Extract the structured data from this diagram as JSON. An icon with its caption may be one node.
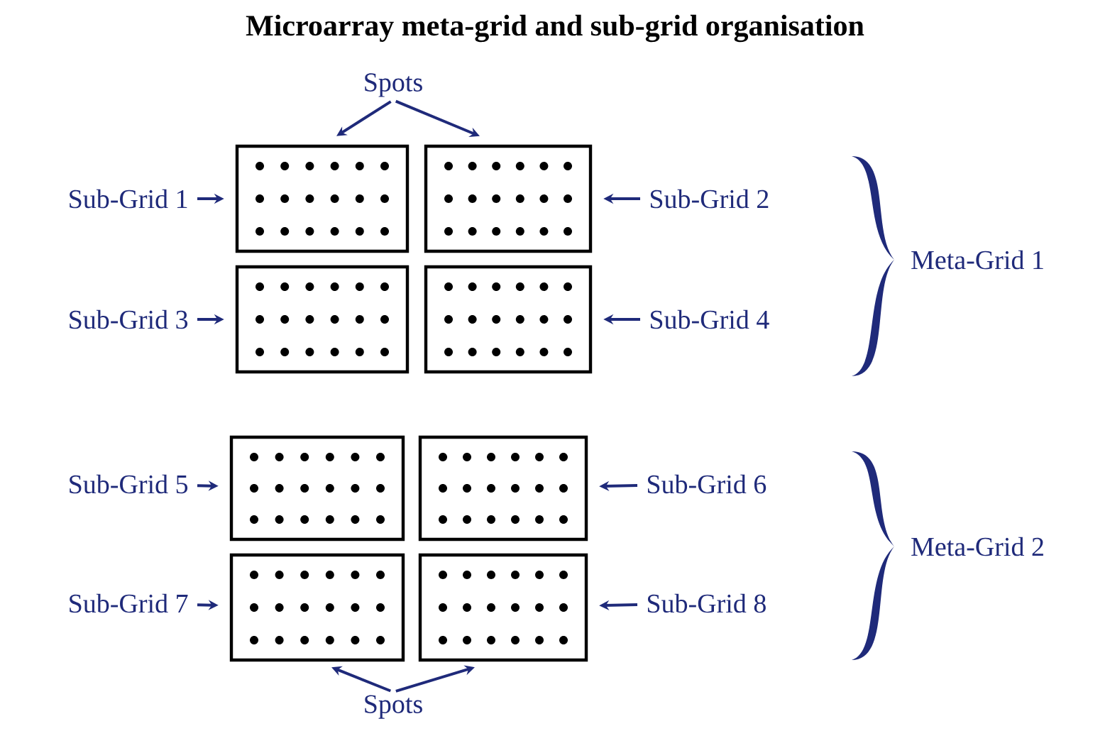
{
  "diagram": {
    "title": "Microarray meta-grid and sub-grid organisation",
    "nodes": [
      {
        "text": [
          "Spots"
        ]
      },
      {
        "text": [
          "Sub-Grid 1"
        ]
      },
      {
        "text": [],
        "shape": "box"
      },
      {
        "text": [],
        "shape": "box"
      },
      {
        "text": [
          "Sub-Grid 2"
        ]
      },
      {
        "text": [
          "Sub-Grid 3"
        ]
      },
      {
        "text": [],
        "shape": "box"
      },
      {
        "text": [],
        "shape": "box"
      },
      {
        "text": [
          "Sub-Grid 4"
        ]
      },
      {
        "text": [
          "Sub-Grid 5"
        ]
      },
      {
        "text": [],
        "shape": "box"
      },
      {
        "text": [],
        "shape": "box"
      },
      {
        "text": [
          "Sub-Grid 6"
        ]
      },
      {
        "text": [
          "Sub-Grid 7"
        ]
      },
      {
        "text": [],
        "shape": "box"
      },
      {
        "text": [],
        "shape": "box"
      },
      {
        "text": [
          "Sub-Grid 8"
        ]
      },
      {
        "text": [
          "Spots"
        ]
      },
      {
        "text": [
          "Meta-Grid 1"
        ]
      },
      {
        "text": [
          "Meta-Grid 2"
        ]
      }
    ],
    "edges": [
      {
        "from": 0,
        "to": 2,
        "arrow": "to"
      },
      {
        "from": 0,
        "to": 3,
        "arrow": "to"
      },
      {
        "from": 1,
        "to": 2,
        "arrow": "to"
      },
      {
        "from": 4,
        "to": 3,
        "arrow": "to"
      },
      {
        "from": 5,
        "to": 6,
        "arrow": "to"
      },
      {
        "from": 8,
        "to": 7,
        "arrow": "to"
      },
      {
        "from": 9,
        "to": 10,
        "arrow": "to"
      },
      {
        "from": 12,
        "to": 11,
        "arrow": "to"
      },
      {
        "from": 13,
        "to": 14,
        "arrow": "to"
      },
      {
        "from": 16,
        "to": 15,
        "arrow": "to"
      },
      {
        "from": 17,
        "to": 14,
        "arrow": "to"
      },
      {
        "from": 17,
        "to": 15,
        "arrow": "to"
      }
    ]
  }
}
